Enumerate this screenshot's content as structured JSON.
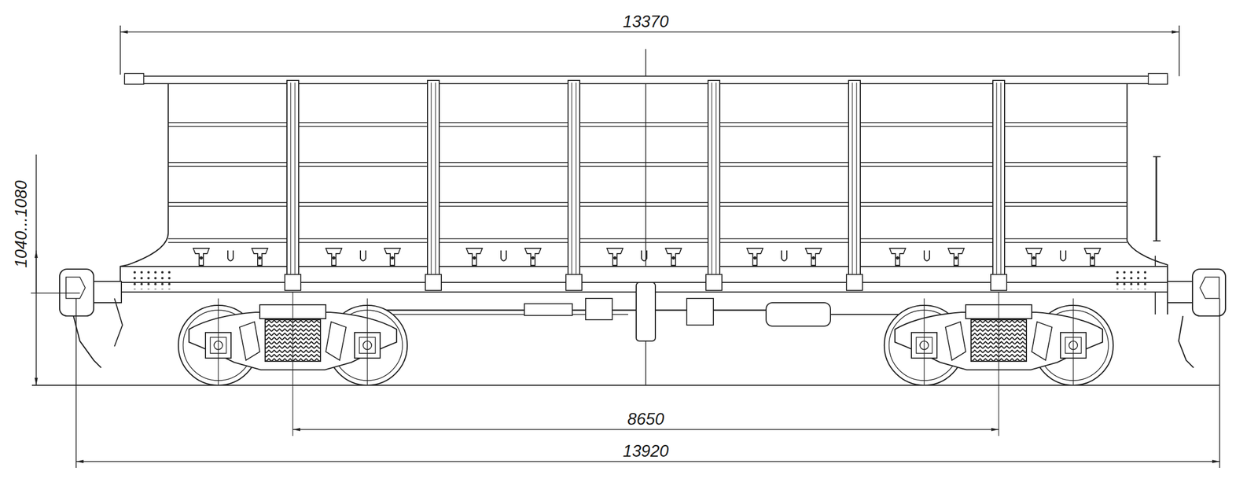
{
  "diagram": {
    "labels": [
      "13370",
      "1040...1080",
      "8650",
      "13920"
    ]
  }
}
